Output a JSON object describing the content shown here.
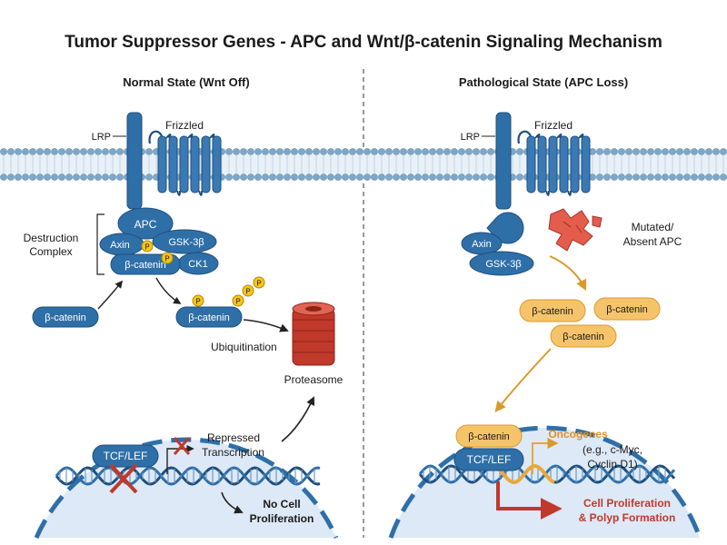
{
  "title": "Tumor Suppressor Genes - APC and Wnt/β-catenin Signaling Mechanism",
  "left": {
    "heading": "Normal State (Wnt Off)",
    "lrp": "LRP",
    "frizzled": "Frizzled",
    "destruction_complex": [
      "Destruction",
      "Complex"
    ],
    "apc": "APC",
    "axin": "Axin",
    "gsk": "GSK-3β",
    "ck1": "CK1",
    "bcat_complex": "β-catenin",
    "bcat_free": "β-catenin",
    "bcat_phos": "β-catenin",
    "p": "P",
    "ubiquitination": "Ubiquitination",
    "proteasome": "Proteasome",
    "tcf": "TCF/LEF",
    "repressed": [
      "Repressed",
      "Transcription"
    ],
    "no_cell": [
      "No Cell",
      "Proliferation"
    ]
  },
  "right": {
    "heading": "Pathological State (APC Loss)",
    "lrp": "LRP",
    "frizzled": "Frizzled",
    "axin": "Axin",
    "gsk": "GSK-3β",
    "mutated": [
      "Mutated/",
      "Absent APC"
    ],
    "bcat1": "β-catenin",
    "bcat2": "β-catenin",
    "bcat3": "β-catenin",
    "bcat_nuc": "β-catenin",
    "tcf": "TCF/LEF",
    "oncogenes": "Oncogenes",
    "onco_examples": [
      "(e.g., c-Myc,",
      "Cyclin D1)"
    ],
    "cell_prolif": [
      "Cell Proliferation",
      "& Polyp Formation"
    ]
  },
  "colors": {
    "blue": "#2f6fa8",
    "blue_dark": "#1f4f7e",
    "orange": "#f5c46a",
    "orange_stroke": "#d99a2b",
    "red": "#c0392b",
    "membrane": "#7ea6c7",
    "nucleus": "#dde9f6"
  }
}
